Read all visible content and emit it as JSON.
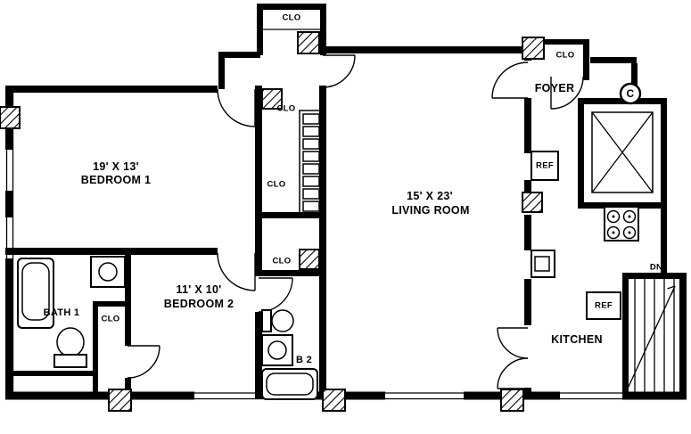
{
  "floorplan": {
    "rooms": {
      "bedroom1": {
        "dims": "19' X 13'",
        "name": "BEDROOM 1"
      },
      "bedroom2": {
        "dims": "11' X 10'",
        "name": "BEDROOM 2"
      },
      "living_room": {
        "dims": "15' X 23'",
        "name": "LIVING ROOM"
      },
      "bath1": {
        "name": "BATH 1"
      },
      "bath2": {
        "name": "B 2"
      },
      "kitchen": {
        "name": "KITCHEN"
      },
      "foyer": {
        "name": "FOYER"
      }
    },
    "labels": {
      "closet": "CLO",
      "refrigerator": "REF",
      "stairs_down": "DN",
      "elevator_marker": "C"
    },
    "colors": {
      "line": "#000000",
      "background": "#ffffff"
    }
  }
}
